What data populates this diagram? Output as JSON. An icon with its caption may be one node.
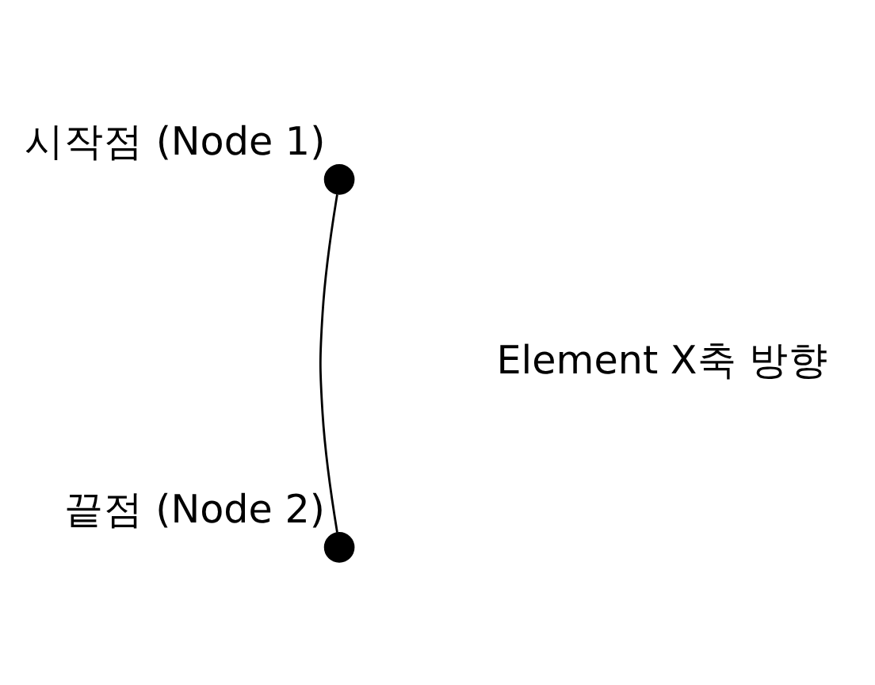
{
  "diagram": {
    "nodes": [
      {
        "text": [],
        "shape": "circle",
        "beside": [
          "시작점 (Node 1)"
        ]
      },
      {
        "text": [],
        "shape": "circle",
        "beside": [
          "끝점 (Node 2)"
        ]
      }
    ],
    "edges": [
      {
        "from": 0,
        "to": 1,
        "arrow": "none"
      }
    ],
    "labels": [
      "Element X축 방향"
    ]
  }
}
